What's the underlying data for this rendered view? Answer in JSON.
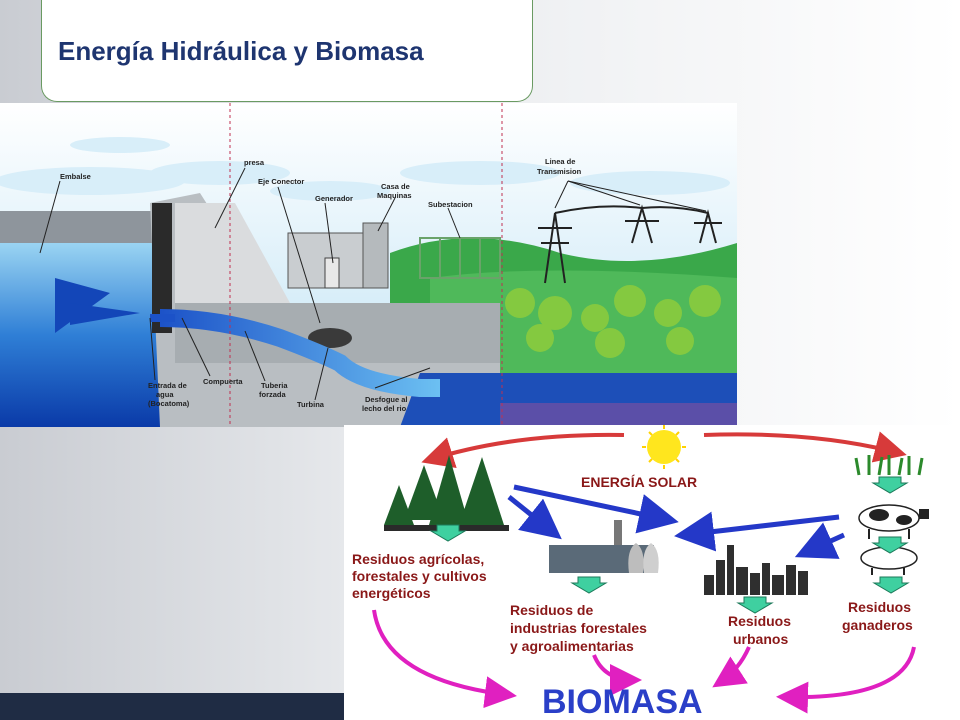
{
  "title": "Energía Hidráulica y Biomasa",
  "hydro": {
    "labels": {
      "embalse": "Embalse",
      "presa": "presa",
      "eje": "Eje Conector",
      "generador": "Generador",
      "casa1": "Casa de",
      "casa2": "Maquinas",
      "subestacion": "Subestacion",
      "linea1": "Linea de",
      "linea2": "Transmision",
      "entrada1": "Entrada de",
      "entrada2": "agua",
      "entrada3": "(Bocatoma)",
      "compuerta": "Compuerta",
      "tuberia1": "Tuberia",
      "tuberia2": "forzada",
      "turbina": "Turbina",
      "desfogue1": "Desfogue al",
      "desfogue2": "lecho del rio"
    }
  },
  "biomasa": {
    "energia_solar": "ENERGÍA SOLAR",
    "agricolas1": "Residuos agrícolas,",
    "agricolas2": "forestales y cultivos",
    "agricolas3": "energéticos",
    "industrias1": "Residuos de",
    "industrias2": "industrias forestales",
    "industrias3": "y agroalimentarias",
    "urbanos1": "Residuos",
    "urbanos2": "urbanos",
    "ganaderos1": "Residuos",
    "ganaderos2": "ganaderos",
    "biomasa": "BIOMASA"
  }
}
